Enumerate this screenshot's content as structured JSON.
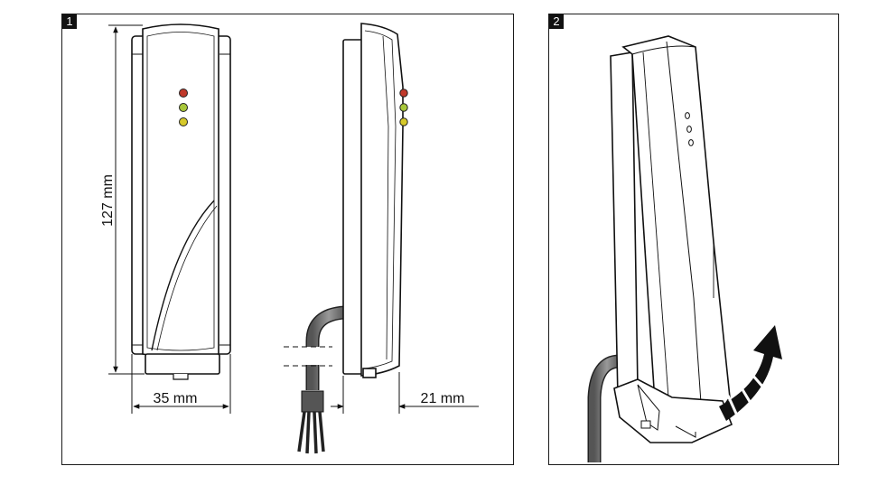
{
  "panels": [
    {
      "label": "1"
    },
    {
      "label": "2"
    }
  ],
  "dimensions": {
    "height": "127 mm",
    "width": "35 mm",
    "depth": "21 mm"
  },
  "led_colors": [
    "#c0392b",
    "#a8c73a",
    "#d6c92a"
  ]
}
